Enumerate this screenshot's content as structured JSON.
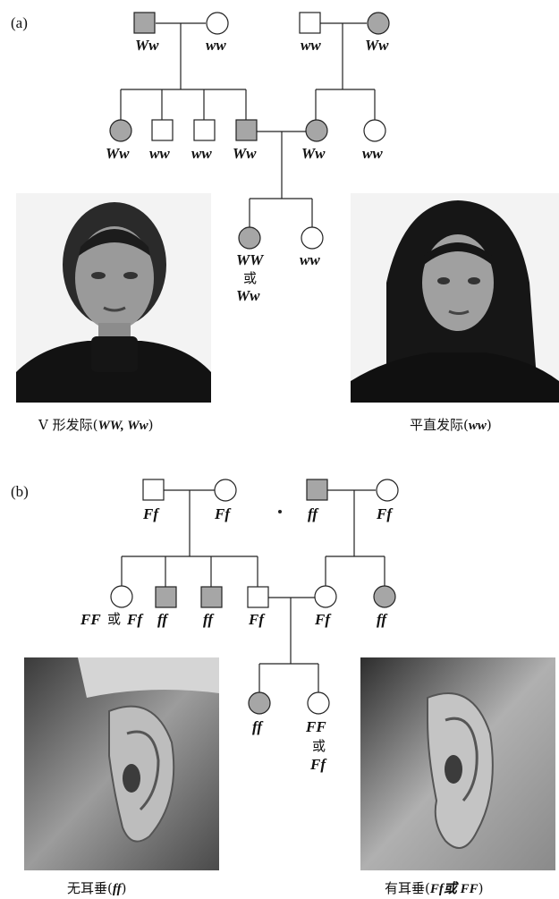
{
  "panel_a": {
    "label": "(a)",
    "genotypes": {
      "g1_father": "Ww",
      "g1_mother": "ww",
      "g1b_father": "ww",
      "g1b_mother": "Ww",
      "g2_c1": "Ww",
      "g2_c2": "ww",
      "g2_c3": "ww",
      "g2_c4": "Ww",
      "g2_c5": "Ww",
      "g2_c6": "ww",
      "g3_c1_line1": "WW",
      "g3_c1_or": "或",
      "g3_c1_line3": "Ww",
      "g3_c2": "ww"
    },
    "caption_left": {
      "prefix": "V 形发际(",
      "geno": "WW, Ww",
      "suffix": ")"
    },
    "caption_right": {
      "prefix": "平直发际(",
      "geno": "ww",
      "suffix": ")"
    }
  },
  "panel_b": {
    "label": "(b)",
    "genotypes": {
      "g1_father": "Ff",
      "g1_mother": "Ff",
      "g1b_father": "ff",
      "g1b_mother": "Ff",
      "g2_c1_part1": "FF",
      "g2_c1_or": "或",
      "g2_c1_part2": "Ff",
      "g2_c2": "ff",
      "g2_c3": "ff",
      "g2_c4": "Ff",
      "g2_c5": "Ff",
      "g2_c6": "ff",
      "g3_c1": "ff",
      "g3_c2_line1": "FF",
      "g3_c2_or": "或",
      "g3_c2_line3": "Ff"
    },
    "caption_left": {
      "prefix": "无耳垂(",
      "geno": "ff",
      "suffix": ")"
    },
    "caption_right": {
      "prefix": "有耳垂(",
      "geno": "Ff或 FF",
      "suffix": ")"
    }
  },
  "colors": {
    "affected_fill": "#a6a6a6",
    "unaffected_fill": "#ffffff",
    "line": "#222222"
  }
}
